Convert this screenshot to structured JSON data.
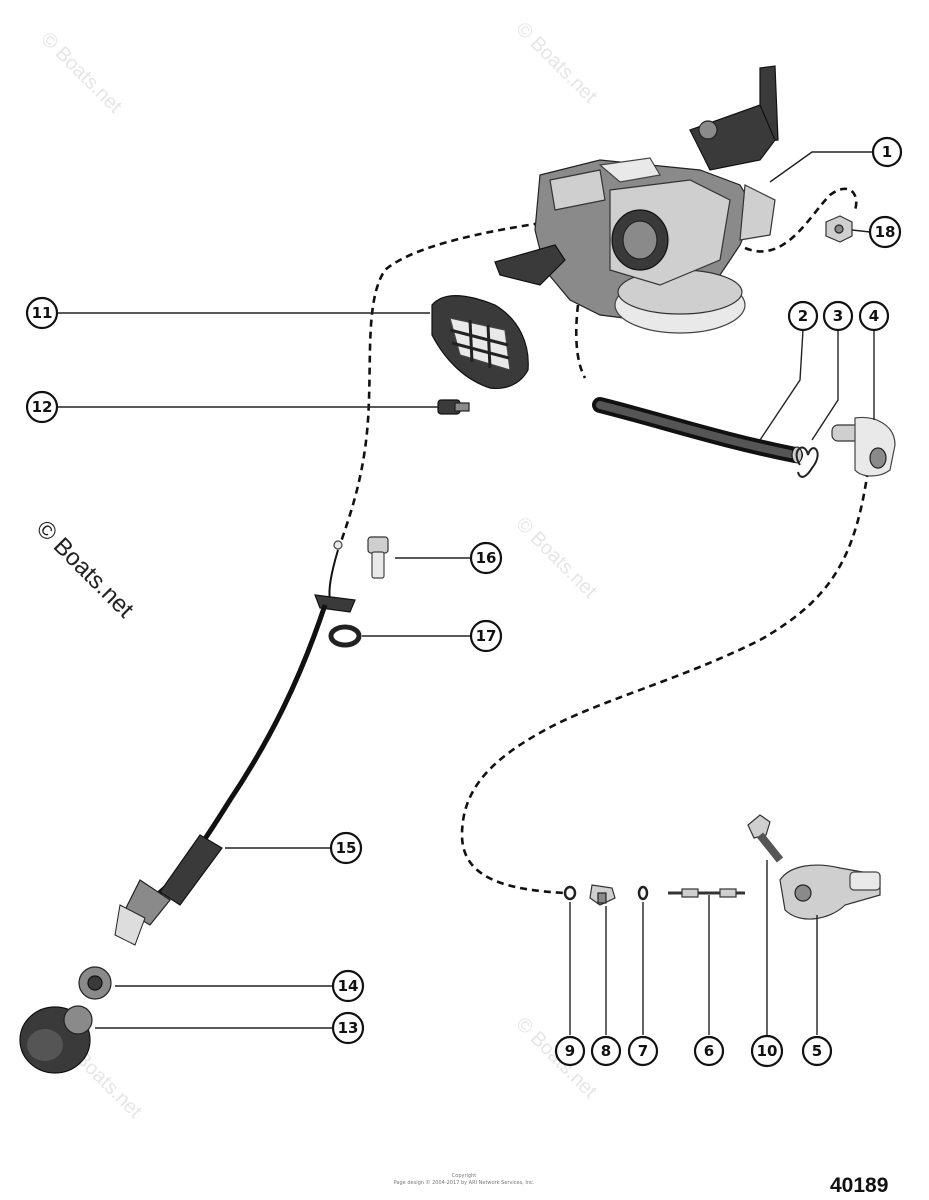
{
  "diagram": {
    "figure_number": "40189",
    "watermark_text": "© Boats.net",
    "copyright_lines": [
      "Copyright",
      "Page design © 2004-2017 by ARI Network Services, Inc."
    ],
    "callouts": [
      {
        "id": "1",
        "label": "1"
      },
      {
        "id": "2",
        "label": "2"
      },
      {
        "id": "3",
        "label": "3"
      },
      {
        "id": "4",
        "label": "4"
      },
      {
        "id": "5",
        "label": "5"
      },
      {
        "id": "6",
        "label": "6"
      },
      {
        "id": "7",
        "label": "7"
      },
      {
        "id": "8",
        "label": "8"
      },
      {
        "id": "9",
        "label": "9"
      },
      {
        "id": "10",
        "label": "10"
      },
      {
        "id": "11",
        "label": "11"
      },
      {
        "id": "12",
        "label": "12"
      },
      {
        "id": "13",
        "label": "13"
      },
      {
        "id": "14",
        "label": "14"
      },
      {
        "id": "15",
        "label": "15"
      },
      {
        "id": "16",
        "label": "16"
      },
      {
        "id": "17",
        "label": "17"
      },
      {
        "id": "18",
        "label": "18"
      }
    ]
  }
}
